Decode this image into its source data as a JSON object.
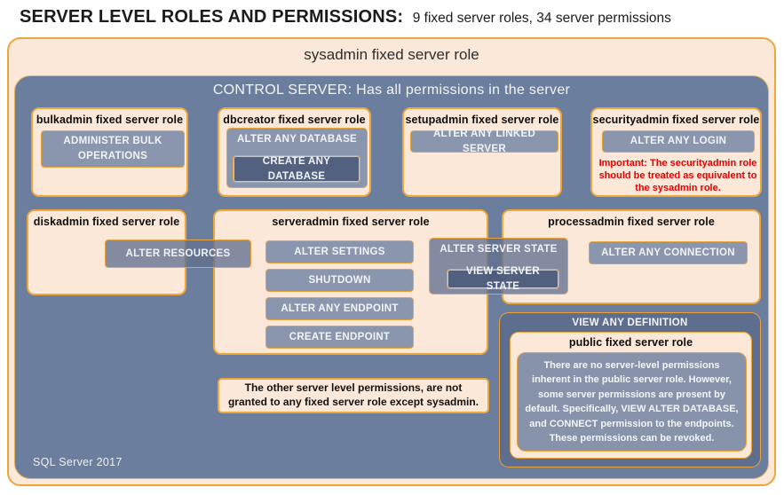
{
  "page": {
    "title_main": "SERVER LEVEL ROLES AND PERMISSIONS:",
    "title_sub": "9 fixed server roles, 34 server permissions",
    "footer": "SQL Server 2017"
  },
  "sysadmin": {
    "label": "sysadmin fixed server role"
  },
  "control_server": {
    "label": "CONTROL SERVER: Has all permissions in the server"
  },
  "roles": {
    "bulkadmin": {
      "title": "bulkadmin fixed server role",
      "perm": "ADMINISTER BULK OPERATIONS"
    },
    "dbcreator": {
      "title": "dbcreator fixed server role",
      "perm_outer": "ALTER ANY DATABASE",
      "perm_nested": "CREATE ANY DATABASE"
    },
    "setupadmin": {
      "title": "setupadmin fixed server role",
      "perm": "ALTER ANY LINKED SERVER"
    },
    "securityadmin": {
      "title": "securityadmin fixed server role",
      "perm": "ALTER ANY LOGIN",
      "warning": "Important: The securityadmin role should be treated as equivalent to the sysadmin role."
    },
    "diskadmin": {
      "title": "diskadmin fixed server role",
      "perm": "ALTER RESOURCES"
    },
    "serveradmin": {
      "title": "serveradmin fixed server role",
      "perms": [
        "ALTER SETTINGS",
        "SHUTDOWN",
        "ALTER ANY ENDPOINT",
        "CREATE ENDPOINT"
      ]
    },
    "processadmin": {
      "title": "processadmin fixed server role",
      "perm": "ALTER ANY CONNECTION"
    },
    "public": {
      "container_label": "VIEW ANY DEFINITION",
      "title": "public fixed server role",
      "description": "There are no server-level permissions inherent in the public server role. However, some server permissions are present by default. Specifically, VIEW ALTER DATABASE, and CONNECT permission to the endpoints. These permissions can be revoked."
    }
  },
  "shared_permissions": {
    "alter_server_state": "ALTER SERVER STATE",
    "view_server_state": "VIEW SERVER STATE"
  },
  "note": {
    "text": "The other server level permissions, are not granted to any fixed server role except sysadmin."
  },
  "colors": {
    "peach_fill": "#fce8d8",
    "gold_border": "#eda63a",
    "panel_blue": "#6b7e9d",
    "chip_slate": "#8a96ad",
    "dark_slate": "#5d6e8e",
    "warning_red": "#e60000",
    "chip_text": "#f2f4f8",
    "title_text": "#1b1b1b"
  }
}
